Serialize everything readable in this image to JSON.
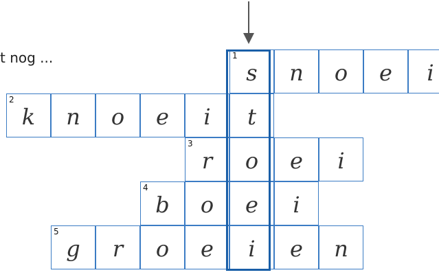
{
  "prompt": "t nog ...",
  "rows": [
    {
      "number": "1",
      "letters": [
        "s",
        "n",
        "o",
        "e",
        "i"
      ]
    },
    {
      "number": "2",
      "letters": [
        "k",
        "n",
        "o",
        "e",
        "i",
        "t"
      ]
    },
    {
      "number": "3",
      "letters": [
        "r",
        "o",
        "e",
        "i"
      ]
    },
    {
      "number": "4",
      "letters": [
        "b",
        "o",
        "e",
        "i"
      ]
    },
    {
      "number": "5",
      "letters": [
        "g",
        "r",
        "o",
        "e",
        "i",
        "e",
        "n"
      ]
    }
  ],
  "colors": {
    "cell_border": "#3b7cc4",
    "highlight": "#1a5fa8",
    "arrow": "#555555"
  },
  "icons": {
    "arrow": "down-arrow-icon"
  }
}
